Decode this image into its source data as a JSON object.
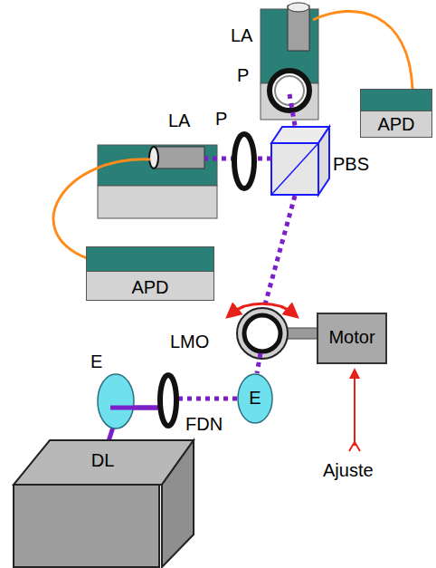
{
  "diagram": {
    "nodes": [
      {
        "text": [
          "APD"
        ]
      },
      {
        "text": [
          "APD"
        ]
      },
      {
        "text": [
          "Motor"
        ]
      },
      {
        "text": [
          "E"
        ]
      },
      {
        "text": [
          "DL"
        ]
      }
    ],
    "labels": [
      "LA",
      "P",
      "LA",
      "P",
      "PBS",
      "LMO",
      "E",
      "FDN",
      "Ajuste"
    ]
  }
}
